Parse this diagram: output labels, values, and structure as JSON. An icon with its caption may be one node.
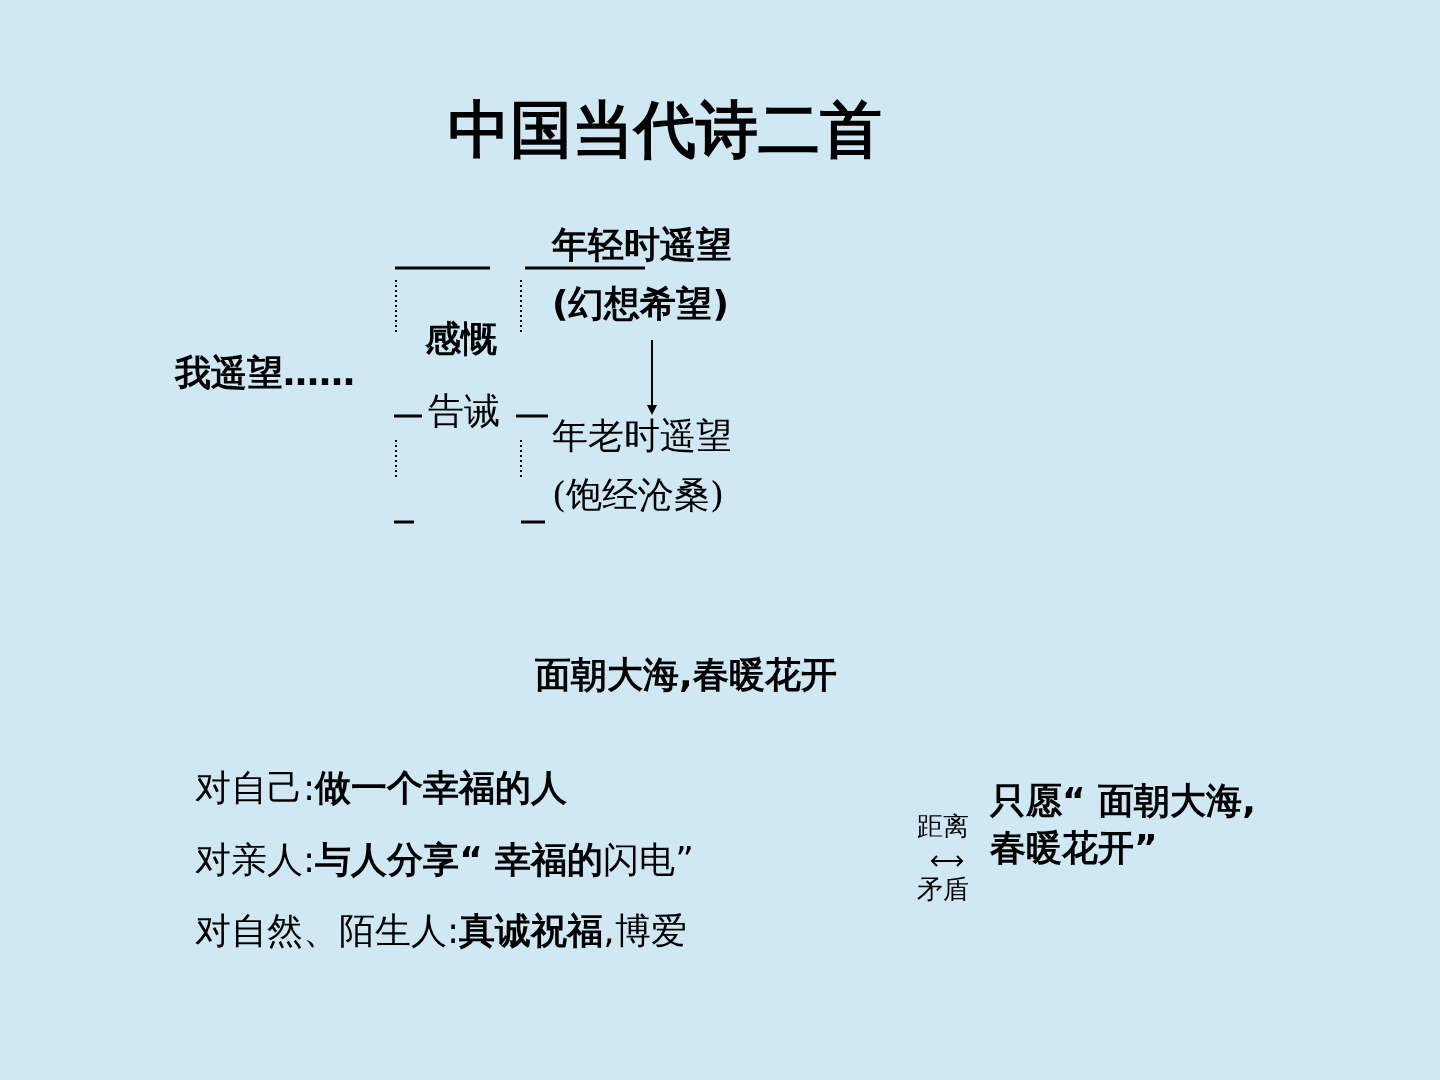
{
  "diagram": {
    "title": "中国当代诗二首",
    "nodes": [
      {
        "text": [
          "我遥望……"
        ]
      },
      {
        "text": [
          "感慨"
        ]
      },
      {
        "text": [
          "告诫"
        ]
      },
      {
        "text": [
          "年轻时遥望",
          "(幻想希望)"
        ]
      },
      {
        "text": [
          "年老时遥望",
          "(饱经沧桑)"
        ]
      }
    ],
    "edges": [
      {
        "from": 3,
        "to": 4,
        "arrow": "to"
      }
    ],
    "labels": [
      "面朝大海,春暖花开",
      "对自己:**做一个幸福的人**",
      "对亲人:**与人分享“ 幸福的**闪电”",
      "对自然、陌生人:**真诚祝福**,博爱",
      "距离",
      "矛盾",
      "只愿“ 面朝大海,春暖花开”"
    ]
  }
}
